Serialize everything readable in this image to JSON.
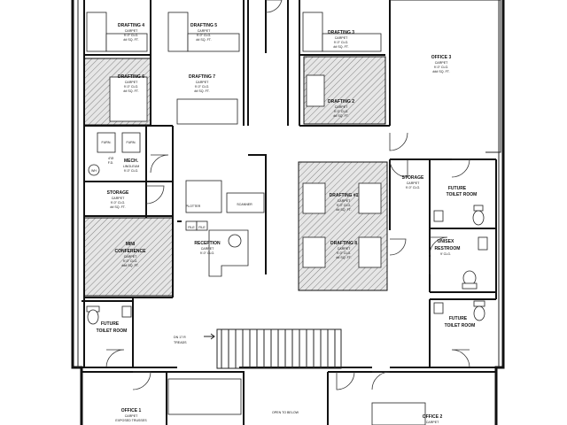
{
  "rooms": {
    "drafting4": {
      "name": "DRAFTING 4",
      "lines": [
        "CARPET",
        "9'-0\" CLG.",
        "## SQ. FT."
      ]
    },
    "drafting5": {
      "name": "DRAFTING 5",
      "lines": [
        "CARPET",
        "9'-0\" CLG.",
        "## SQ. FT."
      ]
    },
    "drafting3": {
      "name": "DRAFTING 3",
      "lines": [
        "CARPET",
        "9'-0\" CLG.",
        "## SQ. FT."
      ]
    },
    "drafting6": {
      "name": "DRAFTING 6",
      "lines": [
        "CARPET",
        "9'-0\" CLG.",
        "## SQ. FT."
      ]
    },
    "drafting7": {
      "name": "DRAFTING 7",
      "lines": [
        "CARPET",
        "9'-0\" CLG.",
        "## SQ. FT."
      ]
    },
    "drafting2": {
      "name": "DRAFTING 2",
      "lines": [
        "CARPET",
        "9'-0\" CLG.",
        "## SQ. FT."
      ]
    },
    "office3": {
      "name": "OFFICE 3",
      "lines": [
        "CARPET",
        "9'-0\" CLG.",
        "### SQ. FT."
      ]
    },
    "mech": {
      "name": "MECH.",
      "lines": [
        "LINOLEUM",
        "9'-0\" CLG."
      ]
    },
    "storage_left": {
      "name": "STORAGE",
      "lines": [
        "CARPET",
        "9'-0\" CLG.",
        "## SQ. FT."
      ]
    },
    "storage_mid": {
      "name": "STORAGE",
      "lines": [
        "CARPET",
        "9'-0\" CLG."
      ]
    },
    "drafting1": {
      "name": "DRAFTING #1",
      "lines": [
        "CARPET",
        "9'-0\" CLG.",
        "## SQ. FT."
      ]
    },
    "drafting8": {
      "name": "DRAFTING 8",
      "lines": [
        "CARPET",
        "9'-0\" CLG.",
        "## SQ. FT."
      ]
    },
    "future_toilet_top": {
      "name": "FUTURE",
      "lines": [
        "TOILET ROOM"
      ]
    },
    "unisex": {
      "name": "UNISEX",
      "lines": [
        "RESTROOM",
        "9' CLG."
      ]
    },
    "mini_conf": {
      "name": "MINI",
      "lines": [
        "CONFERENCE",
        "CARPET",
        "9'-0\" CLG.",
        "### SQ. FT."
      ]
    },
    "reception": {
      "name": "RECEPTION",
      "lines": [
        "CARPET",
        "9'-0\" CLG."
      ]
    },
    "future_toilet_left": {
      "name": "FUTURE",
      "lines": [
        "TOILET ROOM"
      ]
    },
    "future_toilet_right": {
      "name": "FUTURE",
      "lines": [
        "TOILET ROOM"
      ]
    },
    "office1": {
      "name": "OFFICE 1",
      "lines": [
        "CARPET",
        "EXPOSED TRUSSES"
      ]
    },
    "office2": {
      "name": "OFFICE 2",
      "lines": [
        "CARPET"
      ]
    }
  },
  "labels": {
    "plotter": "PLOTTER",
    "scanner": "SCANNER",
    "file1": "FILE",
    "file2": "FILE",
    "furn1": "FURN.",
    "furn2": "FURN.",
    "wh": "WH",
    "open_below": "OPEN TO BELOW",
    "stair": "DN 17 R",
    "stair2": "TREADS",
    "fd": "4\"Ø",
    "fd2": "F.D."
  }
}
